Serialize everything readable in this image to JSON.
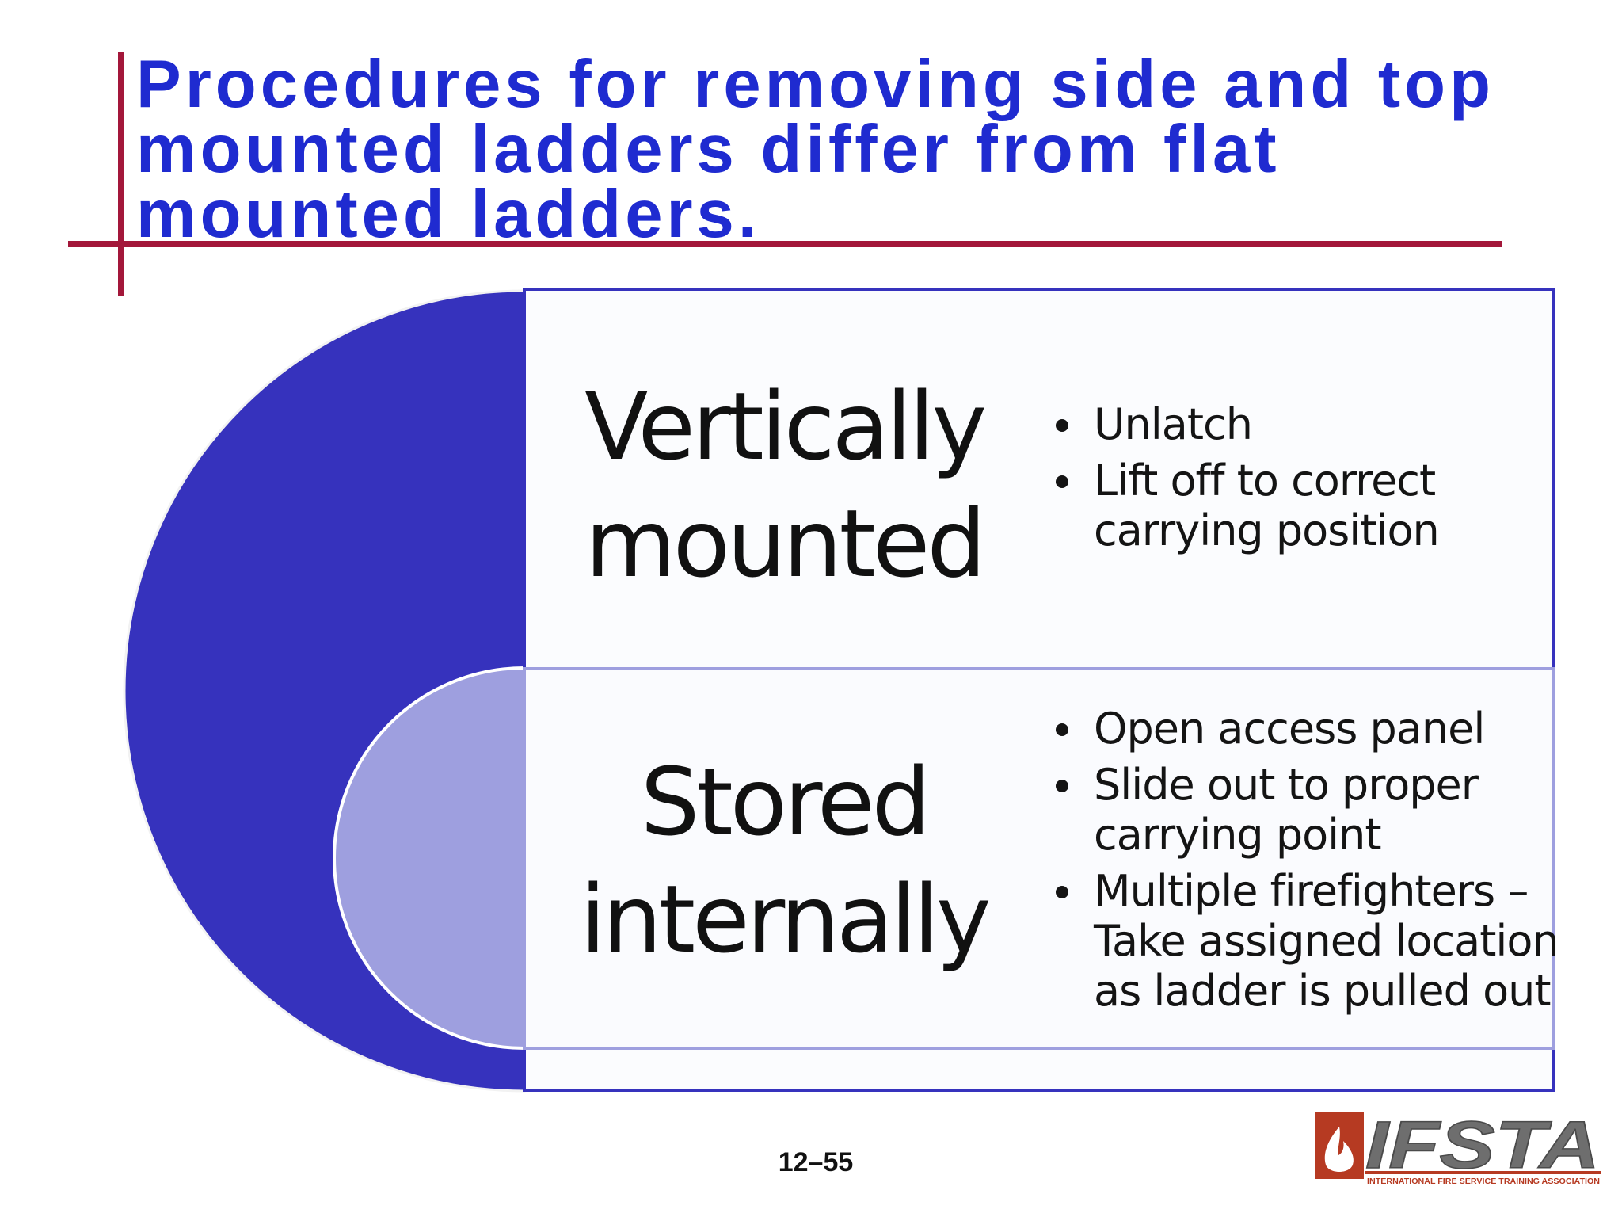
{
  "slide": {
    "title": "Procedures for removing side and top mounted ladders differ from flat mounted ladders.",
    "page_number": "12–55"
  },
  "sections": [
    {
      "heading_lines": [
        "Vertically",
        "mounted"
      ],
      "bullets": [
        "Unlatch",
        "Lift off to correct carrying position"
      ]
    },
    {
      "heading_lines": [
        "Stored",
        "internally"
      ],
      "bullets": [
        "Open access panel",
        "Slide out to proper carrying point",
        "Multiple firefighters – Take assigned location as ladder is pulled out"
      ]
    }
  ],
  "logo": {
    "wordmark": "IFSTA",
    "tagline": "INTERNATIONAL FIRE SERVICE TRAINING ASSOCIATION"
  },
  "colors": {
    "title_text": "#1f2bd0",
    "accent_lines": "#a3173a",
    "outer_arc": "#3632bd",
    "inner_arc": "#9e9fdf",
    "box_border_outer": "#3632bd",
    "box_border_inner": "#9e9fdf",
    "logo_red": "#b63a22",
    "logo_gray": "#6e6e6e"
  },
  "icons": {
    "logo_mark": "flame-icon"
  }
}
